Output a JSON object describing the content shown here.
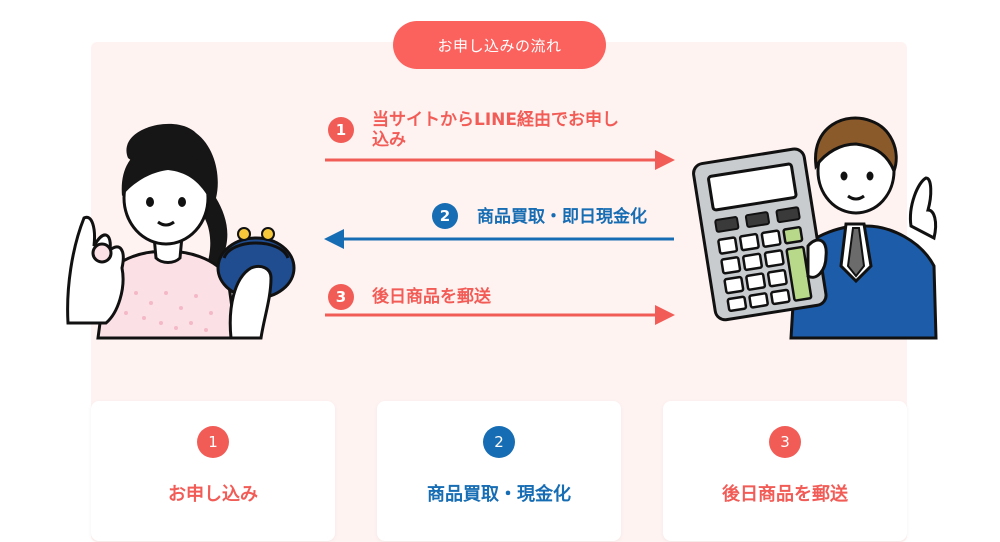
{
  "title": "お申し込みの流れ",
  "flow": [
    {
      "num": "1",
      "text_line1": "当サイトからLINE経由でお申し",
      "text_line2": "込み",
      "direction": "right",
      "color": "#f25c57"
    },
    {
      "num": "2",
      "text": "商品買取・即日現金化",
      "direction": "left",
      "color": "#176db3"
    },
    {
      "num": "3",
      "text": "後日商品を郵送",
      "direction": "right",
      "color": "#f25c57"
    }
  ],
  "cards": [
    {
      "num": "1",
      "label": "お申し込み",
      "color": "#f25c57"
    },
    {
      "num": "2",
      "label": "商品買取・現金化",
      "color": "#176db3"
    },
    {
      "num": "3",
      "label": "後日商品を郵送",
      "color": "#f25c57"
    }
  ],
  "illustrations": {
    "left": "woman-with-coin-purse-illustration",
    "right": "businessman-with-calculator-illustration"
  }
}
